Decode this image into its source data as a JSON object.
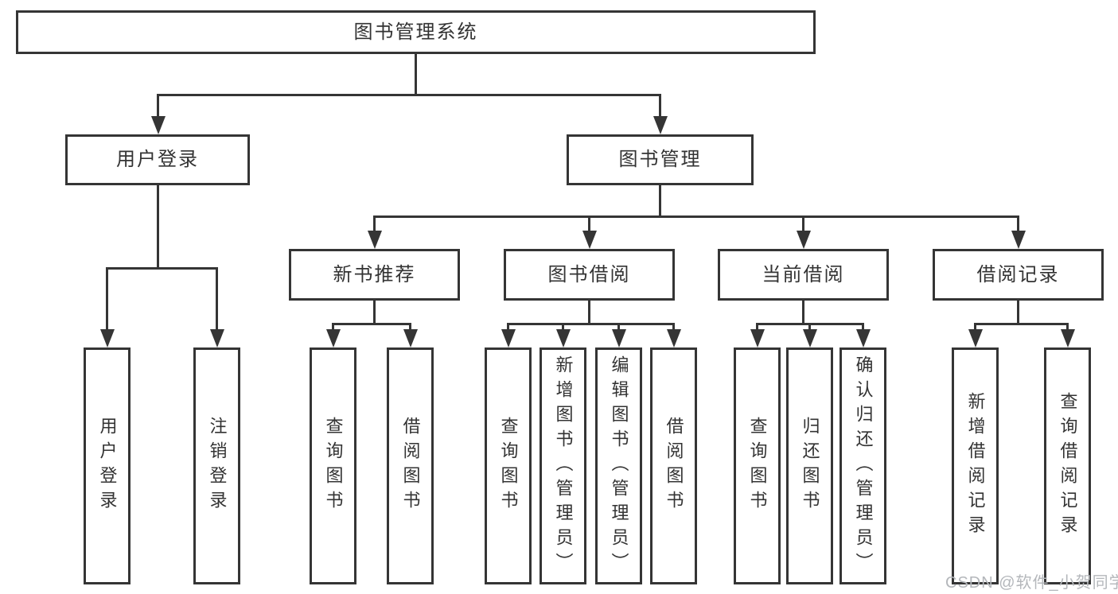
{
  "diagram": {
    "title": "图书管理系统",
    "level2": [
      {
        "label": "用户登录"
      },
      {
        "label": "图书管理"
      }
    ],
    "level3": [
      {
        "label": "新书推荐",
        "parent": "图书管理"
      },
      {
        "label": "图书借阅",
        "parent": "图书管理"
      },
      {
        "label": "当前借阅",
        "parent": "图书管理"
      },
      {
        "label": "借阅记录",
        "parent": "图书管理"
      }
    ],
    "leaves": [
      {
        "label": "用户登录",
        "parent": "用户登录"
      },
      {
        "label": "注销登录",
        "parent": "用户登录"
      },
      {
        "label": "查询图书",
        "parent": "新书推荐"
      },
      {
        "label": "借阅图书",
        "parent": "新书推荐"
      },
      {
        "label": "查询图书",
        "parent": "图书借阅"
      },
      {
        "label": "新增图书（管理员）",
        "parent": "图书借阅"
      },
      {
        "label": "编辑图书（管理员）",
        "parent": "图书借阅"
      },
      {
        "label": "借阅图书",
        "parent": "图书借阅"
      },
      {
        "label": "查询图书",
        "parent": "当前借阅"
      },
      {
        "label": "归还图书",
        "parent": "当前借阅"
      },
      {
        "label": "确认归还（管理员）",
        "parent": "当前借阅"
      },
      {
        "label": "新增借阅记录",
        "parent": "借阅记录"
      },
      {
        "label": "查询借阅记录",
        "parent": "借阅记录"
      }
    ],
    "colors": {
      "line": "#353535",
      "text": "#333333",
      "background": "#ffffff",
      "watermark": "#b4b7bb"
    },
    "watermark": "CSDN @软件_小贺同学"
  }
}
